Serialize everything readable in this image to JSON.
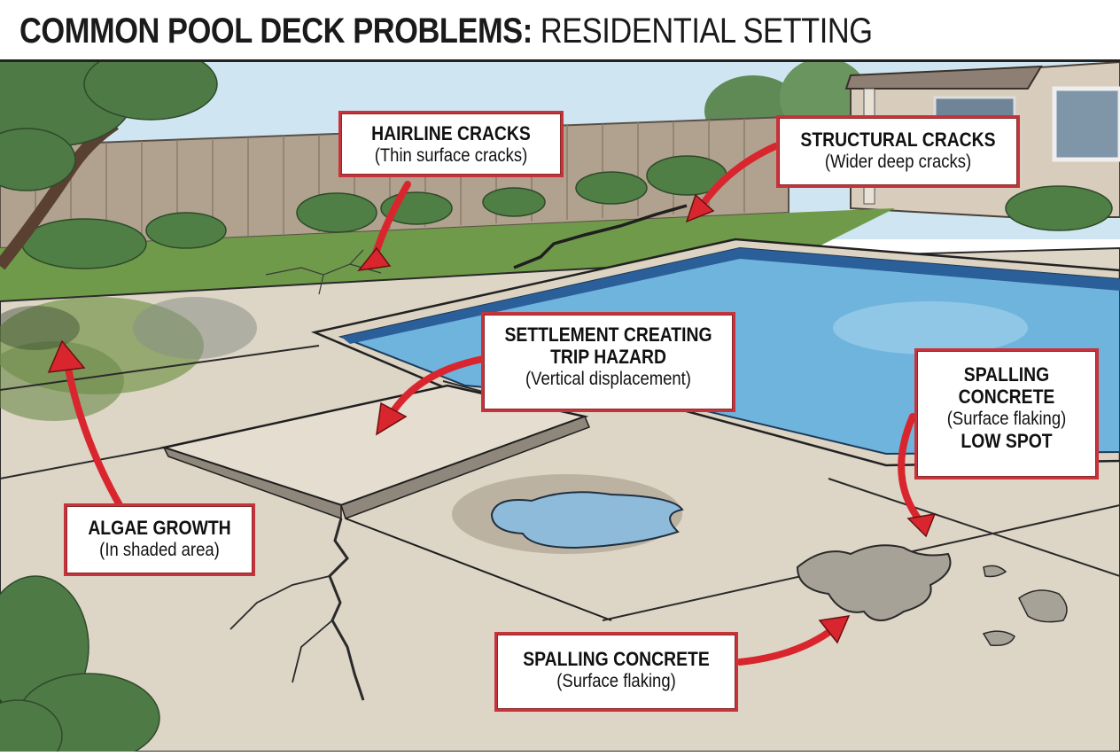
{
  "header": {
    "title_bold": "COMMON POOL DECK PROBLEMS:",
    "title_light": " RESIDENTIAL SETTING"
  },
  "colors": {
    "callout_border": "#c8323a",
    "arrow": "#d9262e",
    "pool_water": "#6fb4dc",
    "deck": "#ddd5c6",
    "sky": "#cfe6f2",
    "grass": "#6f9a4a",
    "fence": "#a89a88"
  },
  "callouts": [
    {
      "id": "hairline-cracks",
      "title": "HAIRLINE CRACKS",
      "desc": "(Thin surface cracks)"
    },
    {
      "id": "structural-cracks",
      "title": "STRUCTURAL CRACKS",
      "desc": "(Wider deep cracks)"
    },
    {
      "id": "settlement",
      "title_line1": "SETTLEMENT CREATING",
      "title_line2": "TRIP HAZARD",
      "desc": "(Vertical displacement)"
    },
    {
      "id": "spalling-low-spot",
      "title_line1": "SPALLING",
      "title_line2": "CONCRETE",
      "desc": "(Surface flaking)",
      "title_line3": "LOW SPOT"
    },
    {
      "id": "algae-growth",
      "title": "ALGAE GROWTH",
      "desc": "(In shaded area)"
    },
    {
      "id": "spalling-concrete",
      "title": "SPALLING CONCRETE",
      "desc": "(Surface flaking)"
    }
  ]
}
